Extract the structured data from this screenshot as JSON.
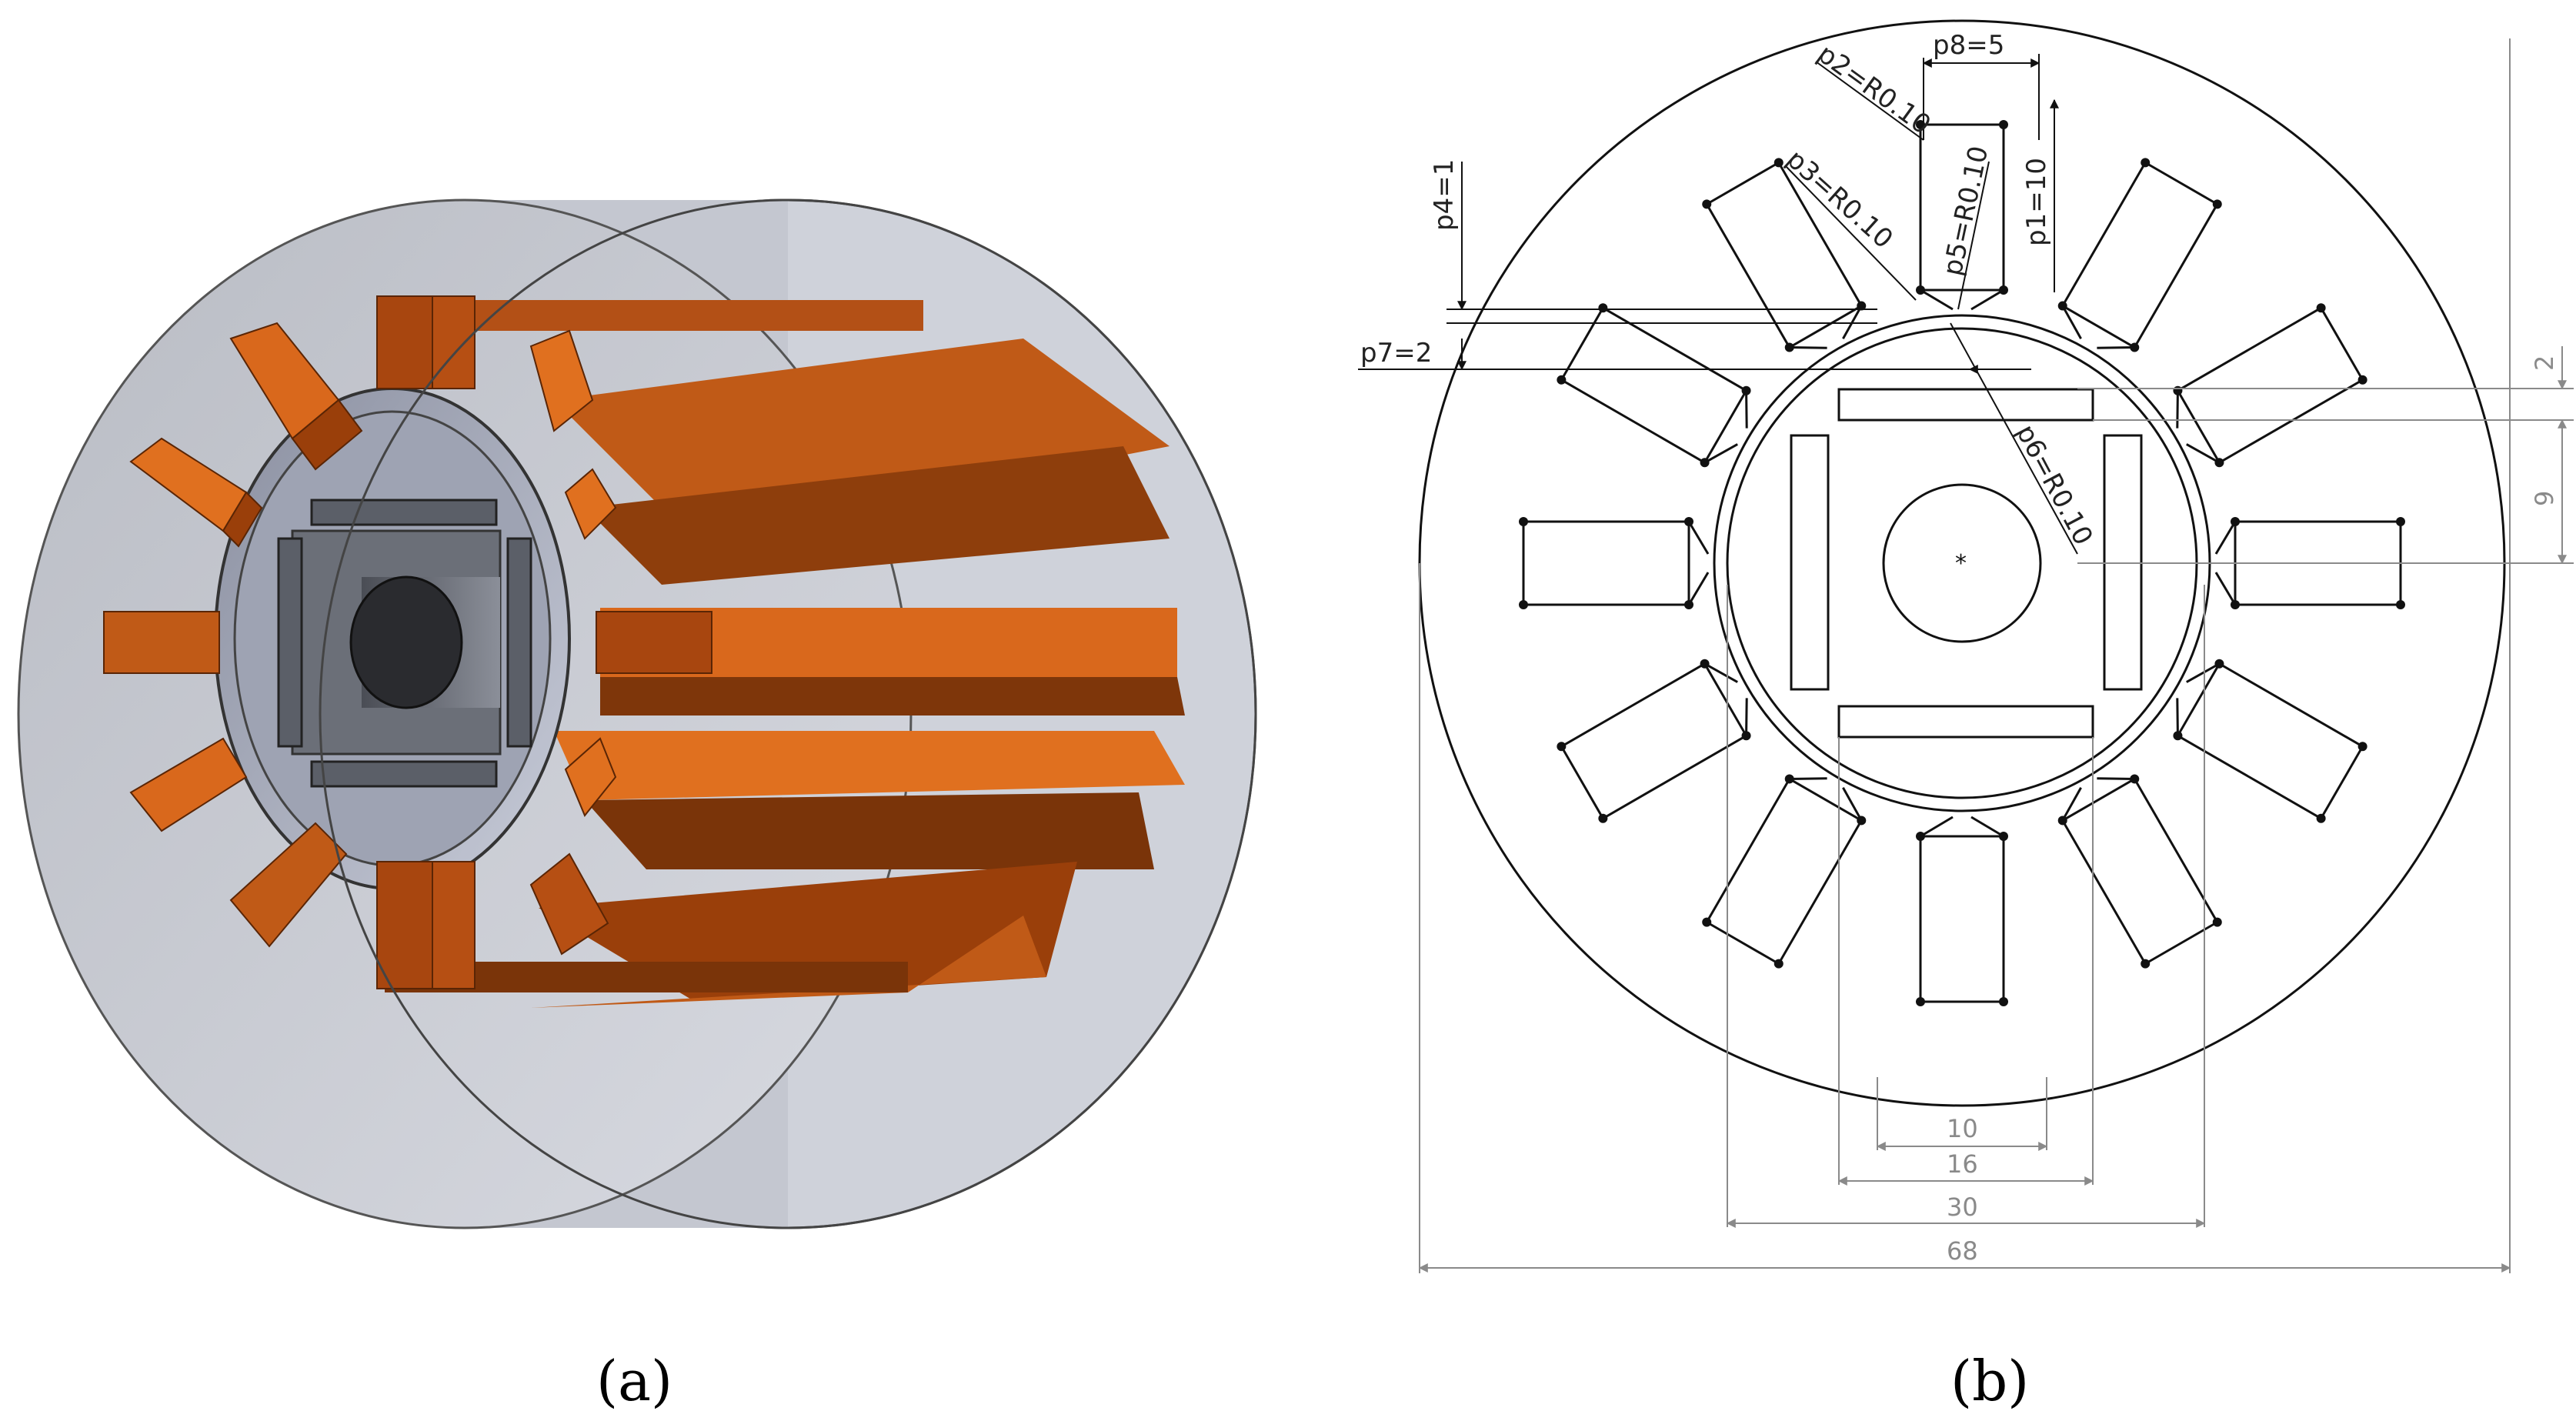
{
  "panels": {
    "a": {
      "label": "(a)"
    },
    "b": {
      "label": "(b)"
    }
  },
  "dimensions": {
    "p8": "p8=5",
    "p2": "p2=R0.10",
    "p3": "p3=R0.10",
    "p5": "p5=R0.10",
    "p1": "p1=10",
    "p4": "p4=1",
    "p7": "p7=2",
    "p6": "p6=R0.10",
    "right_2": "2",
    "right_9": "9",
    "bottom_10": "10",
    "bottom_16": "16",
    "bottom_30": "30",
    "bottom_68": "68"
  },
  "colors": {
    "copper_light": "#e0701f",
    "copper_dark": "#9a3f0a",
    "shell": "#c9ccd4",
    "core": "#6b6f78",
    "line": "#111111",
    "dim_grey": "#8a8a8a"
  },
  "model": {
    "stator_teeth": 12,
    "rotor_magnets": 4
  }
}
